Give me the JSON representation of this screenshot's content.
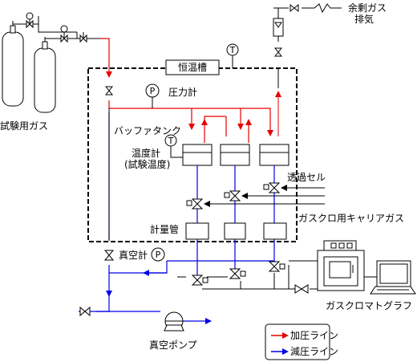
{
  "labels": {
    "excess_gas": "余剰ガス",
    "exhaust": "排気",
    "thermostatic_chamber": "恒温槽",
    "pressure_gauge": "圧力計",
    "test_gas": "試験用ガス",
    "buffer_tank": "バッファタンク",
    "thermometer": "温度計",
    "test_temperature": "(試験温度)",
    "permeation_cell": "透過セル",
    "carrier_gas": "ガスクロ用キャリアガス",
    "metering_tube": "計量管",
    "vacuum_gauge": "真空計",
    "vacuum_pump": "真空ポンプ",
    "gas_chromatograph": "ガスクロマトグラフ"
  },
  "symbols": {
    "pressure_symbol": "P",
    "temperature_symbol": "T"
  },
  "legend": {
    "pressurized_line": "加圧ライン",
    "depressurized_line": "減圧ライン"
  },
  "colors": {
    "pressurized": "#e60000",
    "depressurized": "#0000e6",
    "line": "#000000"
  }
}
